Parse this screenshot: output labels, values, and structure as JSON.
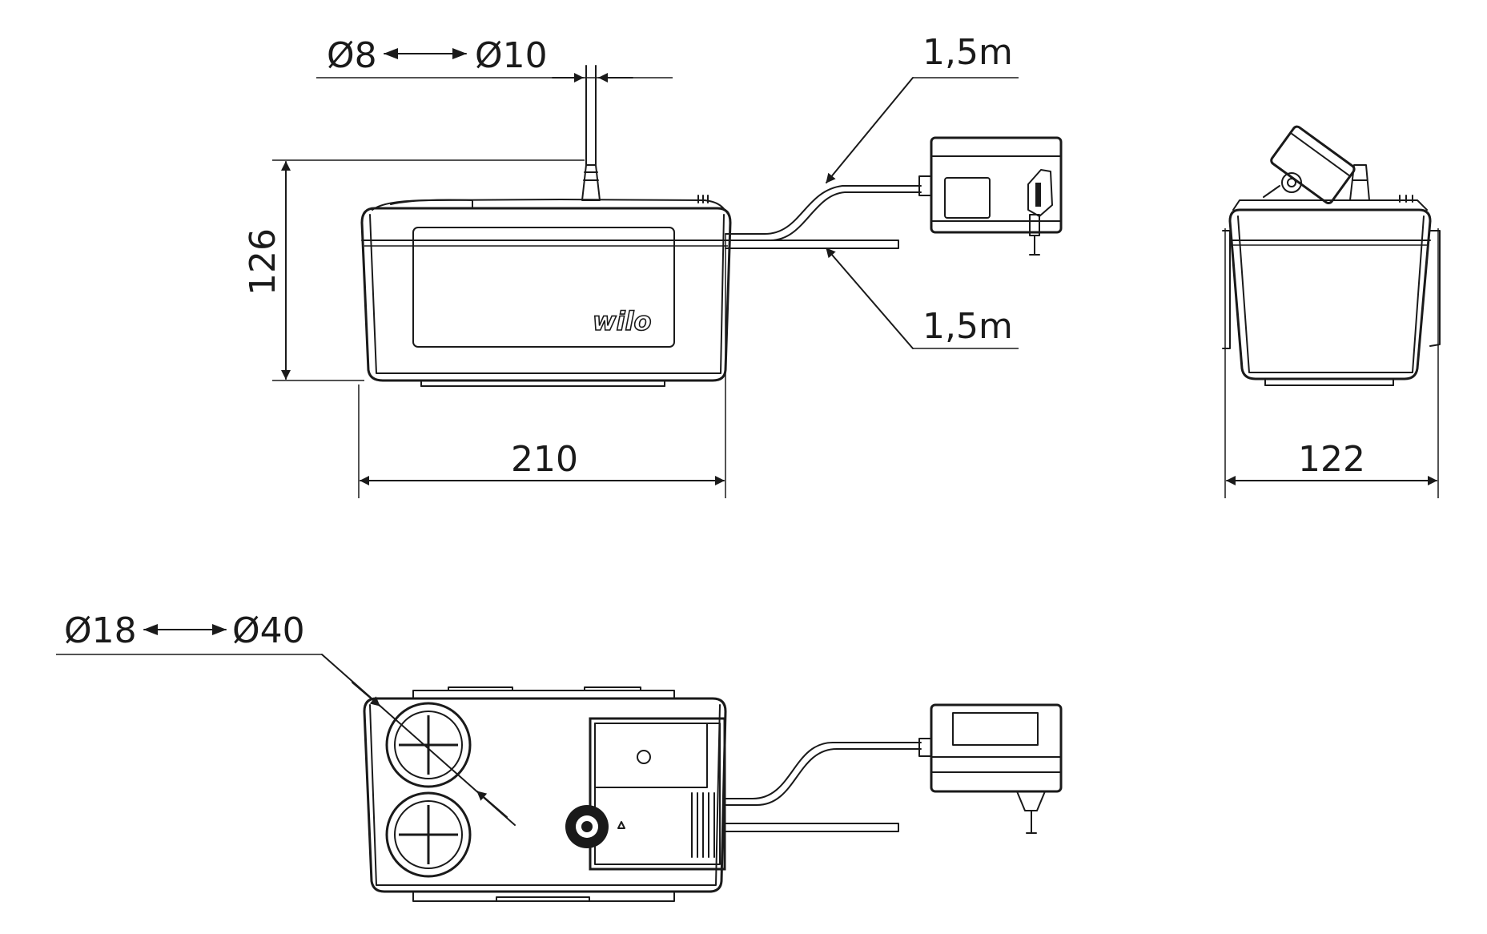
{
  "dimensions": {
    "outlet_tube": {
      "min": "Ø8",
      "max": "Ø10"
    },
    "height": "126",
    "width": "210",
    "depth": "122",
    "cable_upper": "1,5m",
    "cable_lower": "1,5m",
    "inlets": {
      "min": "Ø18",
      "max": "Ø40"
    }
  },
  "brand": {
    "logo_text": "wilo"
  },
  "colors": {
    "line": "#1a1a1a",
    "background": "#ffffff"
  }
}
